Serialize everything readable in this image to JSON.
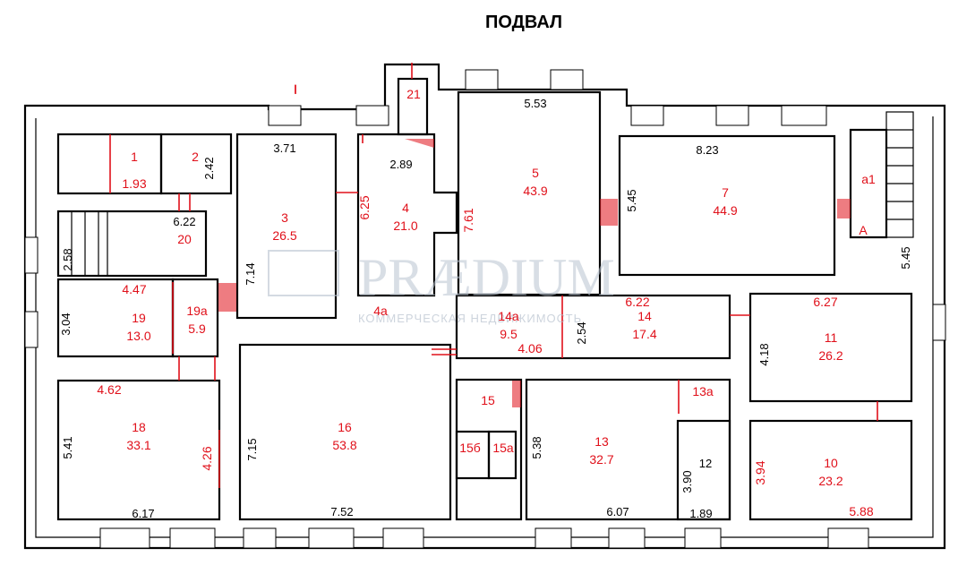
{
  "title": "ПОДВАЛ",
  "watermark": {
    "brand": "PRÆDIUM",
    "tagline": "КОММЕРЧЕСКАЯ НЕДВИЖИМОСТЬ"
  },
  "section_mark": "I",
  "colors": {
    "walls": "#000000",
    "labels": "#e0101a",
    "watermark": "#b8c2cf"
  },
  "rooms": [
    {
      "id": "1",
      "area": ""
    },
    {
      "id": "2",
      "area": ""
    },
    {
      "id": "3",
      "area": "26.5"
    },
    {
      "id": "4",
      "area": "21.0"
    },
    {
      "id": "4а",
      "area": ""
    },
    {
      "id": "5",
      "area": "43.9"
    },
    {
      "id": "7",
      "area": "44.9"
    },
    {
      "id": "а1",
      "area": ""
    },
    {
      "id": "А",
      "area": ""
    },
    {
      "id": "10",
      "area": "23.2"
    },
    {
      "id": "11",
      "area": "26.2"
    },
    {
      "id": "12",
      "area": ""
    },
    {
      "id": "13",
      "area": "32.7"
    },
    {
      "id": "13а",
      "area": ""
    },
    {
      "id": "14",
      "area": "17.4"
    },
    {
      "id": "14а",
      "area": "9.5"
    },
    {
      "id": "15",
      "area": ""
    },
    {
      "id": "15б",
      "area": ""
    },
    {
      "id": "15а",
      "area": ""
    },
    {
      "id": "16",
      "area": "53.8"
    },
    {
      "id": "18",
      "area": "33.1"
    },
    {
      "id": "19",
      "area": "13.0"
    },
    {
      "id": "19а",
      "area": "5.9"
    },
    {
      "id": "20",
      "area": ""
    },
    {
      "id": "21",
      "area": ""
    }
  ],
  "dimensions": {
    "d_1_93": "1.93",
    "d_2_42": "2.42",
    "d_3_71": "3.71",
    "d_2_89": "2.89",
    "d_5_53": "5.53",
    "d_8_23": "8.23",
    "d_6_22a": "6.22",
    "d_2_58": "2.58",
    "d_6_25": "6.25",
    "d_7_61": "7.61",
    "d_5_45a": "5.45",
    "d_5_45b": "5.45",
    "d_7_14": "7.14",
    "d_4_47": "4.47",
    "d_3_04": "3.04",
    "d_6_22b": "6.22",
    "d_6_27": "6.27",
    "d_2_54": "2.54",
    "d_4_06": "4.06",
    "d_4_18": "4.18",
    "d_4_62": "4.62",
    "d_5_41": "5.41",
    "d_4_26": "4.26",
    "d_6_17": "6.17",
    "d_7_15": "7.15",
    "d_7_52": "7.52",
    "d_5_38": "5.38",
    "d_6_07": "6.07",
    "d_3_90": "3.90",
    "d_1_89": "1.89",
    "d_3_94": "3.94",
    "d_5_88": "5.88"
  }
}
